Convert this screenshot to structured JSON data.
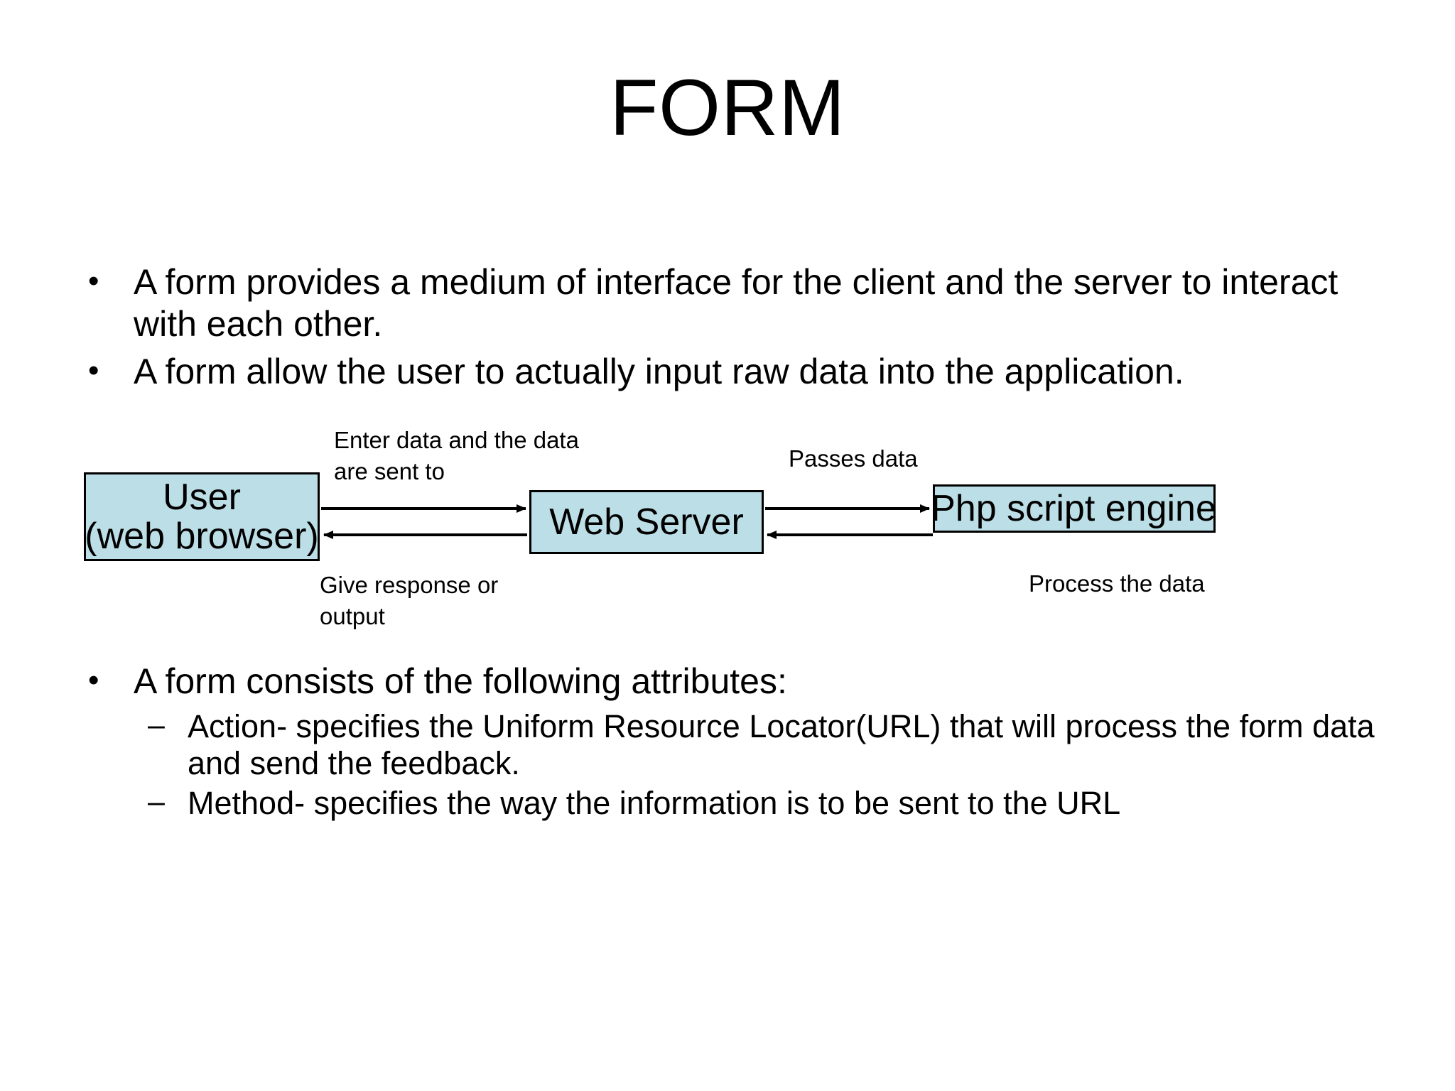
{
  "slide": {
    "title": "FORM",
    "background_color": "#ffffff",
    "text_color": "#000000"
  },
  "bullets_top": [
    {
      "level": 1,
      "marker": "•",
      "text": "A form provides a medium of interface for the client and the server to interact with each other."
    },
    {
      "level": 1,
      "marker": "•",
      "text": "A form allow the user to actually input raw data into the application."
    }
  ],
  "bullets_bottom": [
    {
      "level": 1,
      "marker": "•",
      "text": "A form consists of the following attributes:"
    },
    {
      "level": 2,
      "marker": "–",
      "text": "Action- specifies the Uniform Resource Locator(URL) that will process the form data and send the feedback."
    },
    {
      "level": 2,
      "marker": "–",
      "text": "Method- specifies the way the information is to be sent to the URL"
    }
  ],
  "diagram": {
    "box_fill_color": "#bcdee6",
    "box_border_color": "#000000",
    "boxes": [
      {
        "id": "user",
        "label": "User\n(web browser)"
      },
      {
        "id": "web-server",
        "label": "Web Server"
      },
      {
        "id": "php-engine",
        "label": "Php script engine"
      }
    ],
    "labels": [
      {
        "id": "enter-data",
        "text": "Enter data and the data\nare sent to"
      },
      {
        "id": "give-response",
        "text": "Give response or\noutput"
      },
      {
        "id": "passes-data",
        "text": "Passes data"
      },
      {
        "id": "process-data",
        "text": "Process the data"
      }
    ],
    "arrows": [
      {
        "id": "user-to-webserver",
        "direction": "right",
        "from": "user",
        "to": "web-server"
      },
      {
        "id": "webserver-to-user",
        "direction": "left",
        "from": "web-server",
        "to": "user"
      },
      {
        "id": "webserver-to-php",
        "direction": "right",
        "from": "web-server",
        "to": "php-engine"
      },
      {
        "id": "php-to-webserver",
        "direction": "left",
        "from": "php-engine",
        "to": "web-server"
      }
    ]
  }
}
